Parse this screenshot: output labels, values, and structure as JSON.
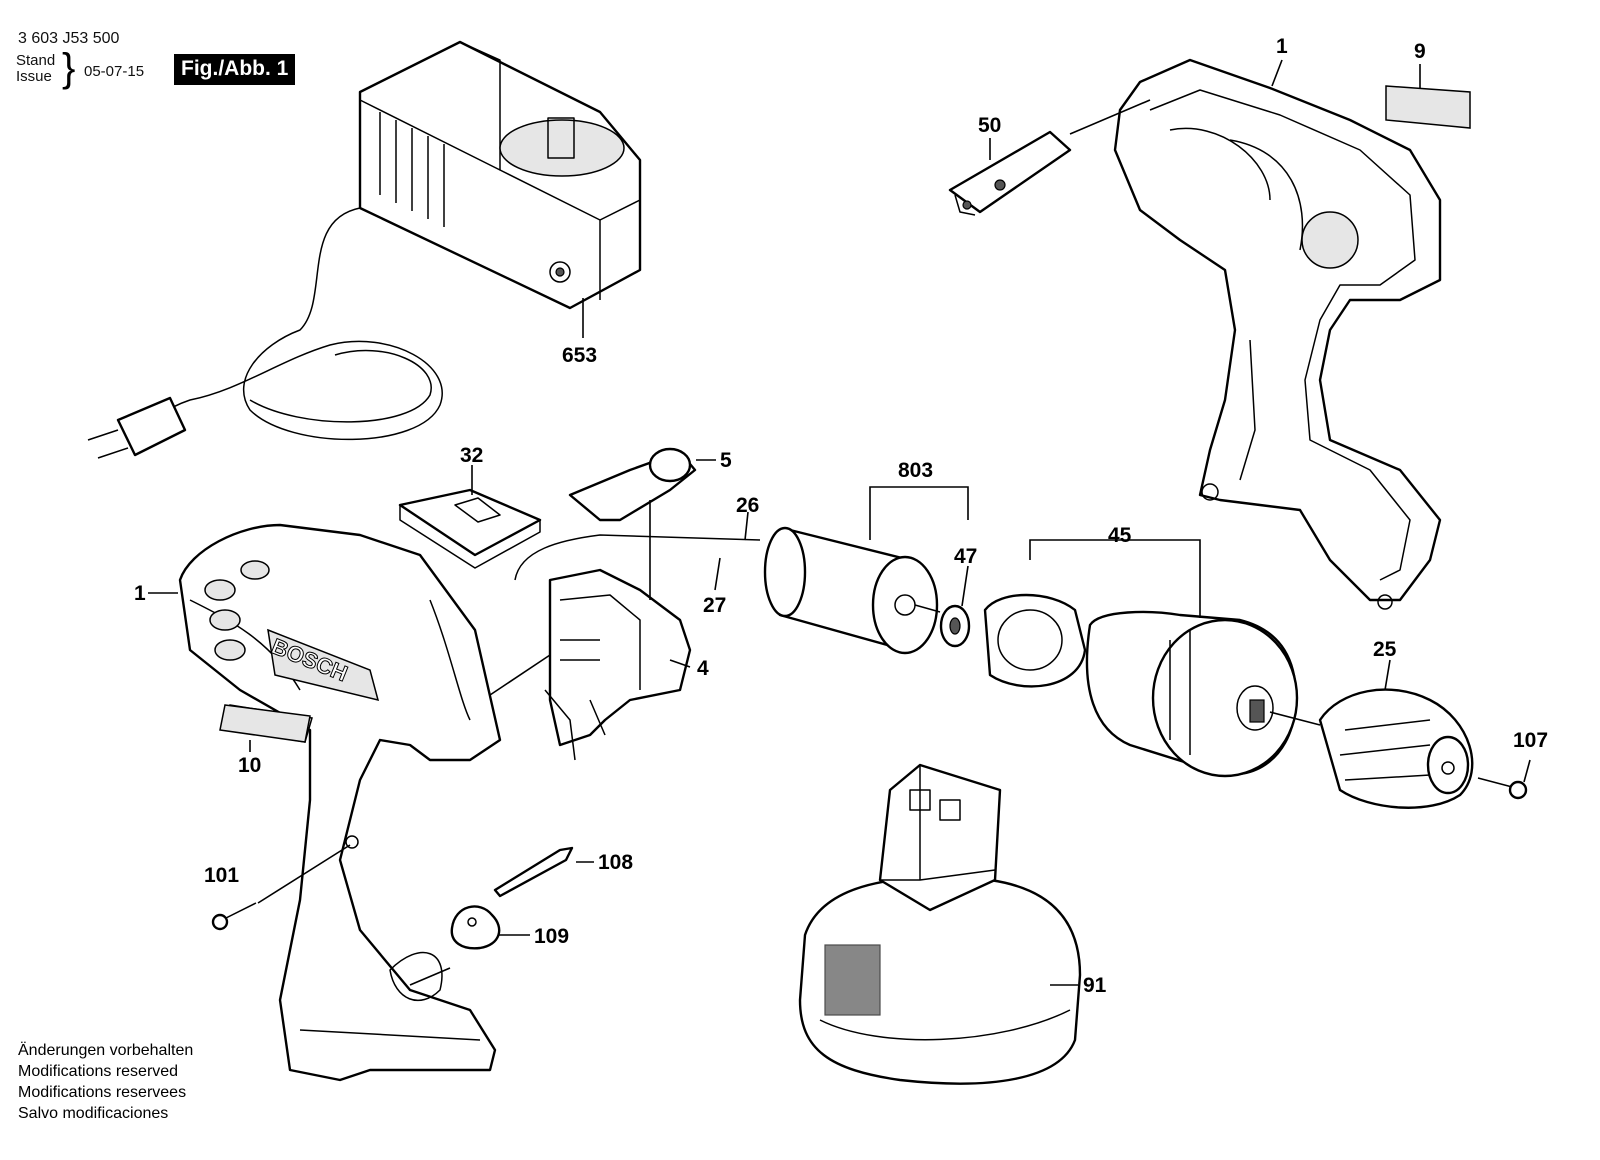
{
  "header": {
    "part_number": "3 603 J53 500",
    "stand_label": "Stand",
    "issue_label": "Issue",
    "brace": "}",
    "issue_date": "05-07-15",
    "figure_badge": "Fig./Abb. 1"
  },
  "brand_text": "BOSCH",
  "notes": [
    "Änderungen vorbehalten",
    "Modifications reserved",
    "Modifications reservees",
    "Salvo modificaciones"
  ],
  "part_labels": {
    "p653": "653",
    "p1_top": "1",
    "p9": "9",
    "p50": "50",
    "p32": "32",
    "p5": "5",
    "p26": "26",
    "p27": "27",
    "p803": "803",
    "p47": "47",
    "p45": "45",
    "p1_left": "1",
    "p4": "4",
    "p25": "25",
    "p107": "107",
    "p10": "10",
    "p101": "101",
    "p108": "108",
    "p109": "109",
    "p91": "91"
  }
}
